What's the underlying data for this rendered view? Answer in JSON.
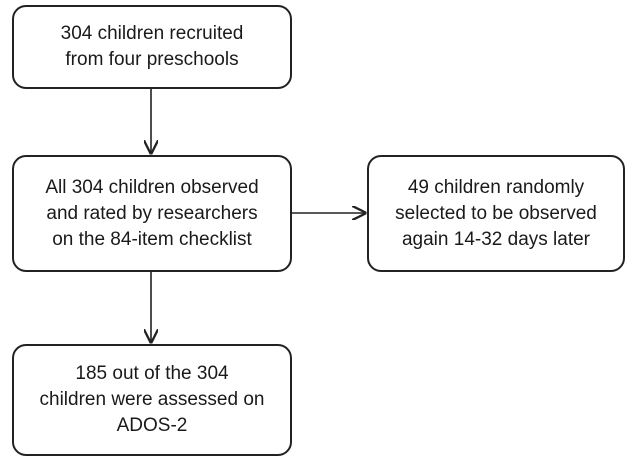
{
  "flowchart": {
    "recruitment": {
      "lines": [
        "304 children recruited",
        "from four preschools"
      ]
    },
    "observation": {
      "lines": [
        "All 304 children observed",
        "and rated by researchers",
        "on the 84-item checklist"
      ]
    },
    "retest": {
      "lines": [
        "49 children randomly",
        "selected to be observed",
        "again 14-32 days later"
      ]
    },
    "ados": {
      "lines": [
        "185 out of the 304",
        "children were assessed on",
        "ADOS-2"
      ]
    }
  }
}
